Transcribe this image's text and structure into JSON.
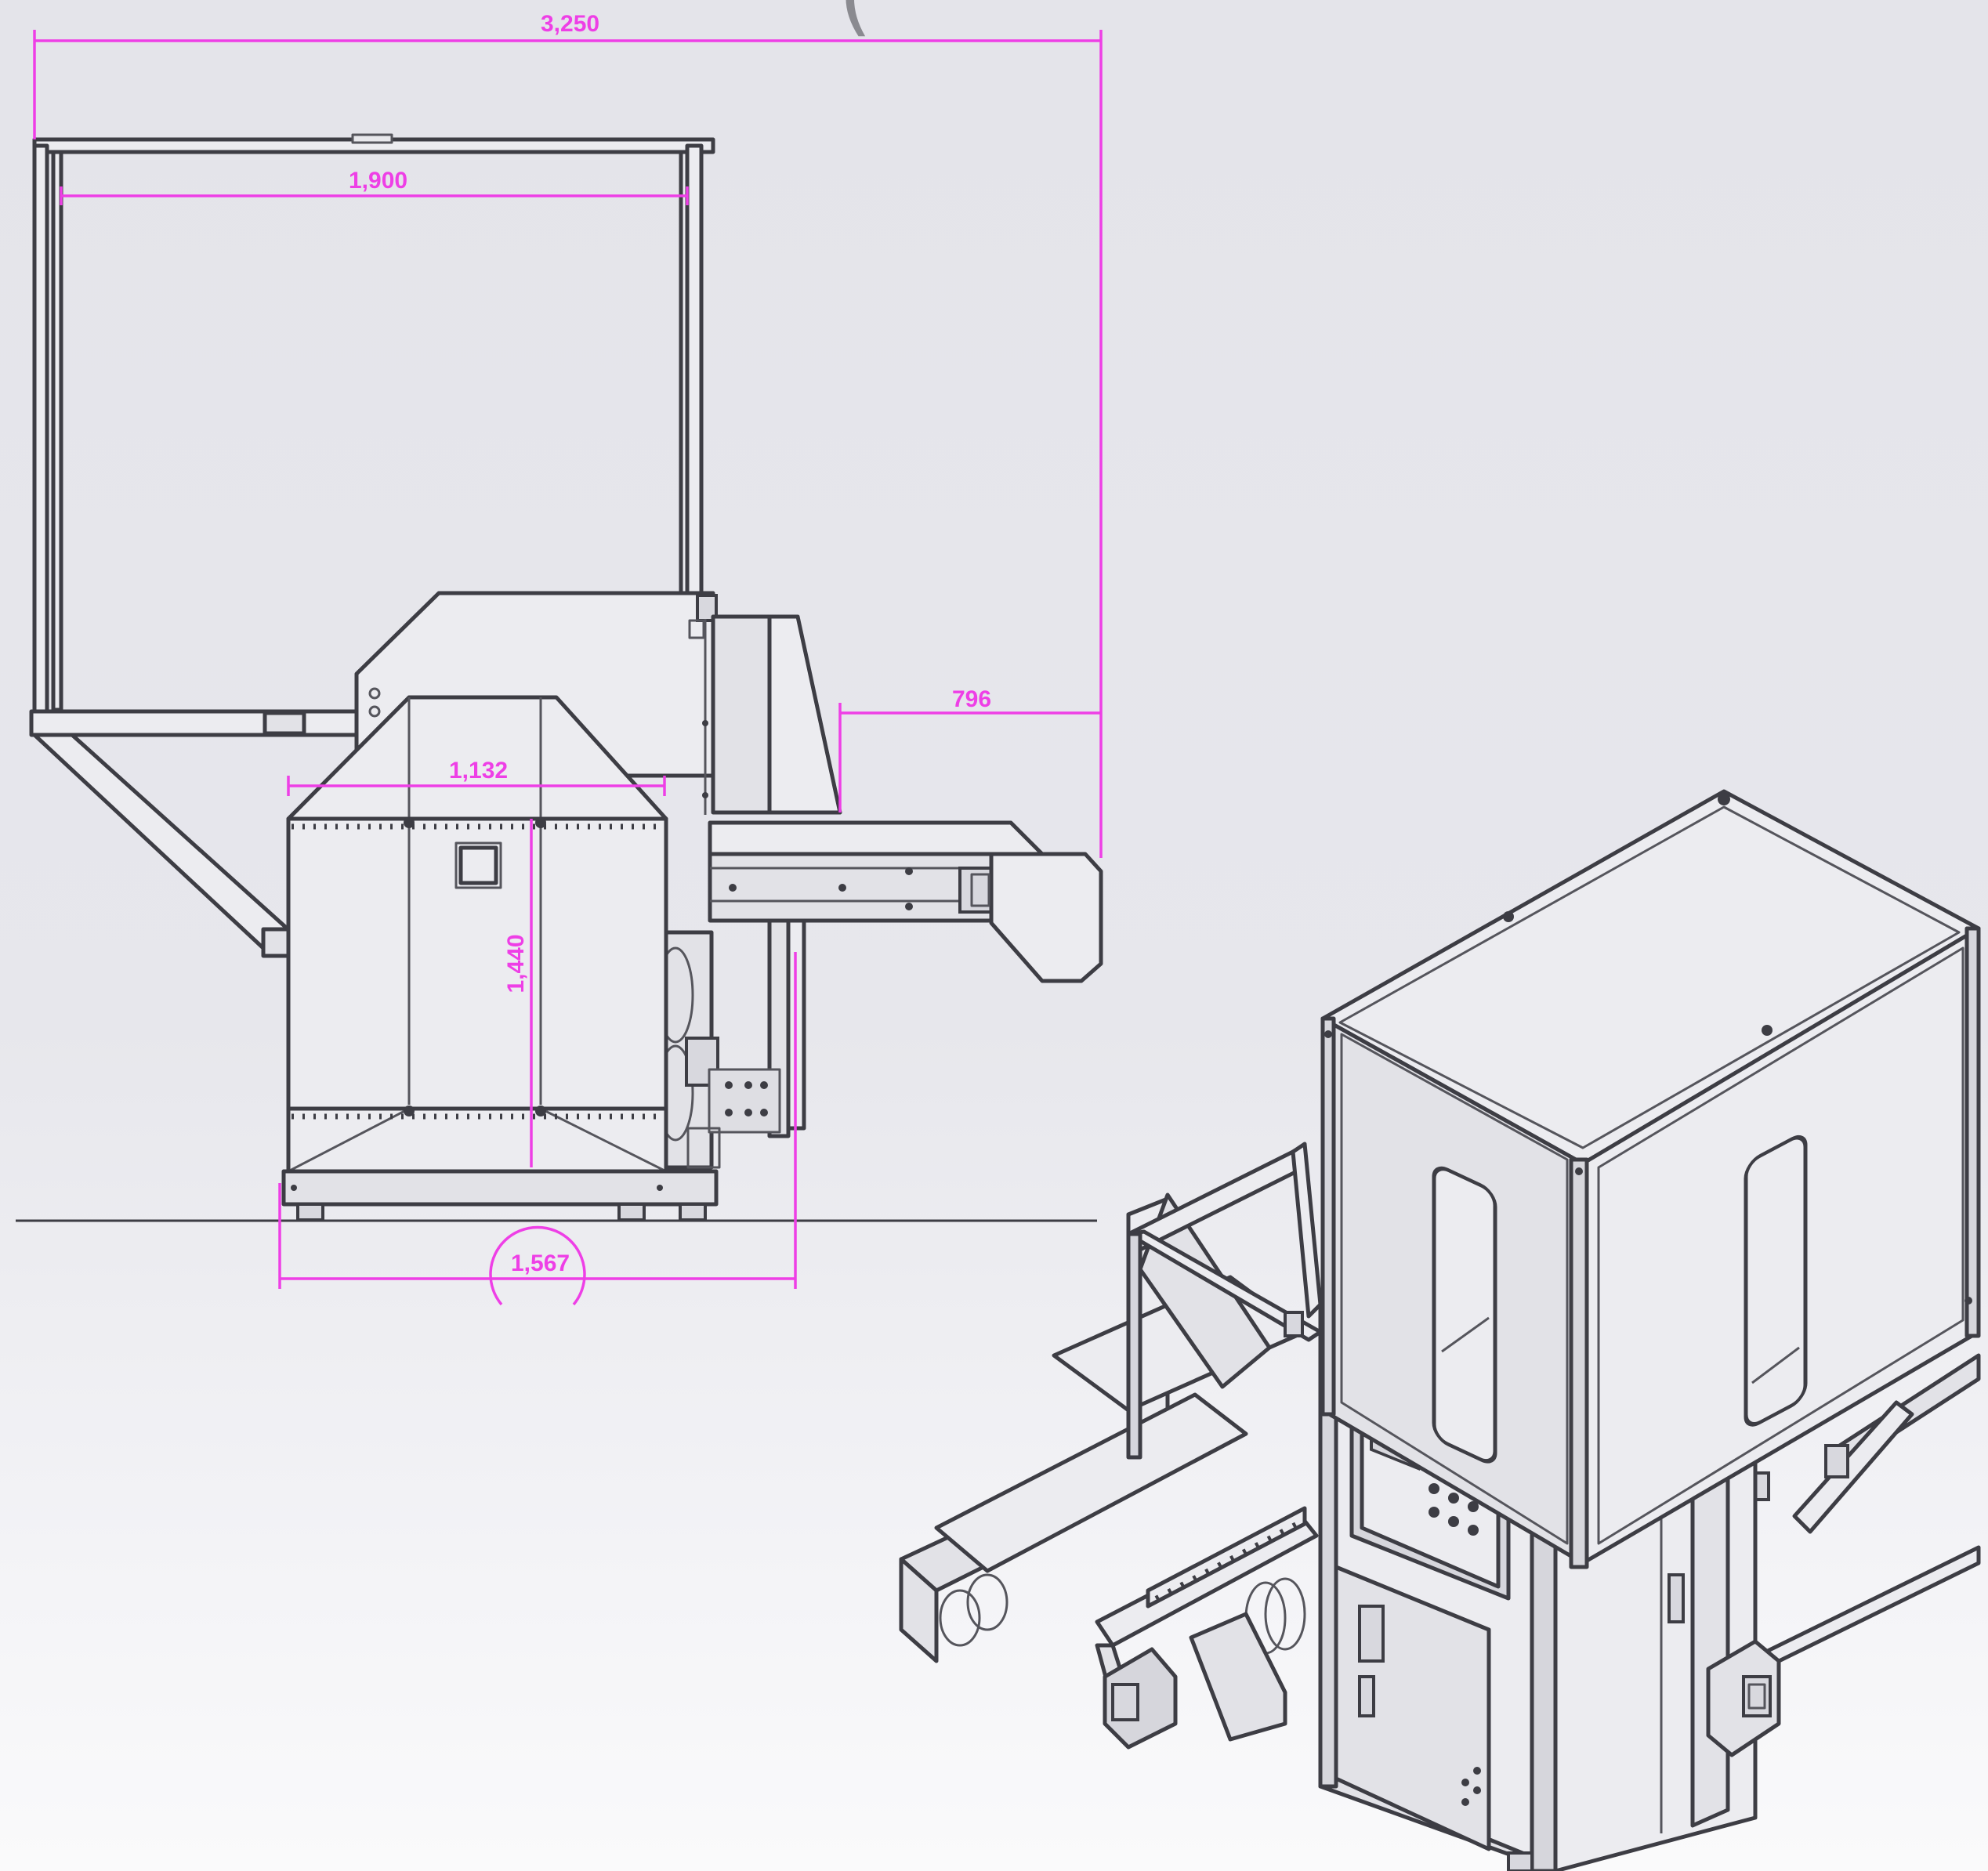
{
  "header": {
    "title_fragment": "("
  },
  "dimensions": {
    "overall_width": "3,250",
    "frame_width": "1,900",
    "outfeed_length": "796",
    "hood_width": "1,132",
    "hood_height": "1,440",
    "base_width": "1,567"
  },
  "colors": {
    "dimension_lines": "#ee3fe6",
    "linework": "#3d3d44",
    "background": "#e6e6eb"
  }
}
